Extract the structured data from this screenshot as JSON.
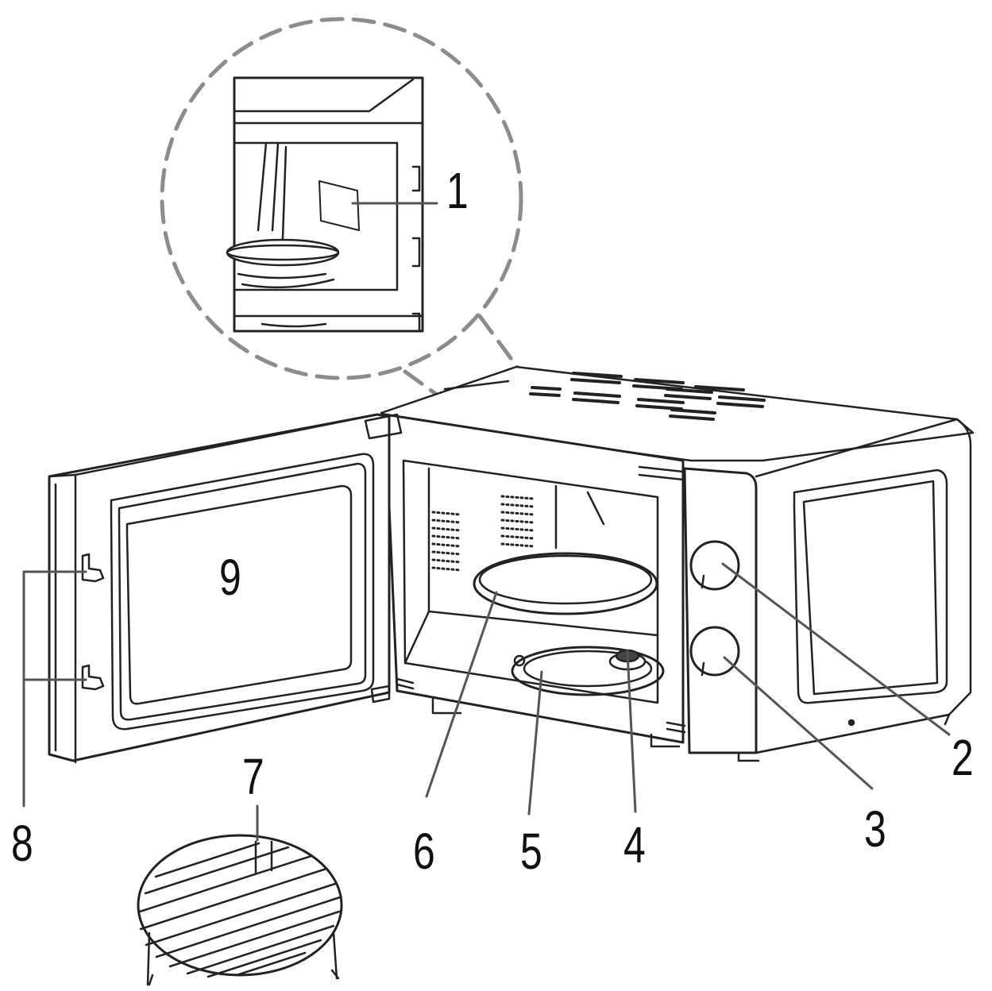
{
  "callouts": {
    "c1": "1",
    "c2": "2",
    "c3": "3",
    "c4": "4",
    "c5": "5",
    "c6": "6",
    "c7": "7",
    "c8": "8",
    "c9": "9"
  },
  "colors": {
    "line": "#222222",
    "dash": "#8c8c8c",
    "leader": "#555555",
    "background": "#ffffff"
  }
}
